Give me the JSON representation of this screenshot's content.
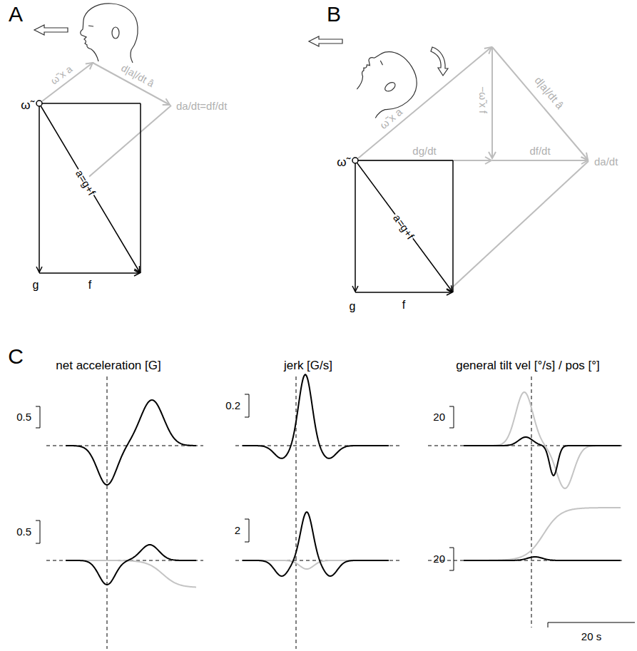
{
  "diagram": {
    "labels": [
      "A",
      "B",
      "C",
      "ω̃",
      "ω̃ x a",
      "d|a|/dt â",
      "da/dt=df/dt",
      "a=g+f",
      "g",
      "f",
      "ω̃",
      "ω̃ x a",
      "−ω̃ x f",
      "d|a|/dt â",
      "dg/dt",
      "df/dt",
      "da/dt",
      "a=g+f",
      "g",
      "f",
      "net acceleration [G]",
      "jerk [G/s]",
      "general tilt vel [°/s] / pos [°]",
      "0.5",
      "0.2",
      "20",
      "0.5",
      "2",
      "20",
      "20 s"
    ]
  }
}
